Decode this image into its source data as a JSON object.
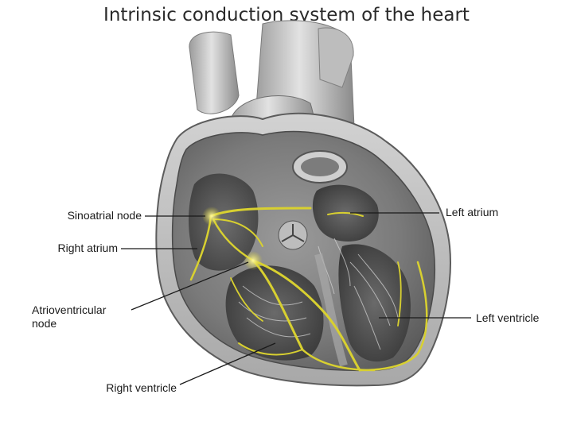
{
  "title": "Intrinsic conduction system of the heart",
  "labels": {
    "sinoatrial_node": "Sinoatrial node",
    "right_atrium": "Right atrium",
    "atrioventricular_node_line1": "Atrioventricular",
    "atrioventricular_node_line2": "node",
    "right_ventricle": "Right ventricle",
    "left_atrium": "Left atrium",
    "left_ventricle": "Left ventricle"
  },
  "colors": {
    "conduction_pathway": "#d8d030",
    "conduction_highlight": "#f4ee6a",
    "tissue_dark": "#5a5a5a",
    "tissue_light": "#c4c4c4",
    "leader_line": "#1a1a1a"
  }
}
